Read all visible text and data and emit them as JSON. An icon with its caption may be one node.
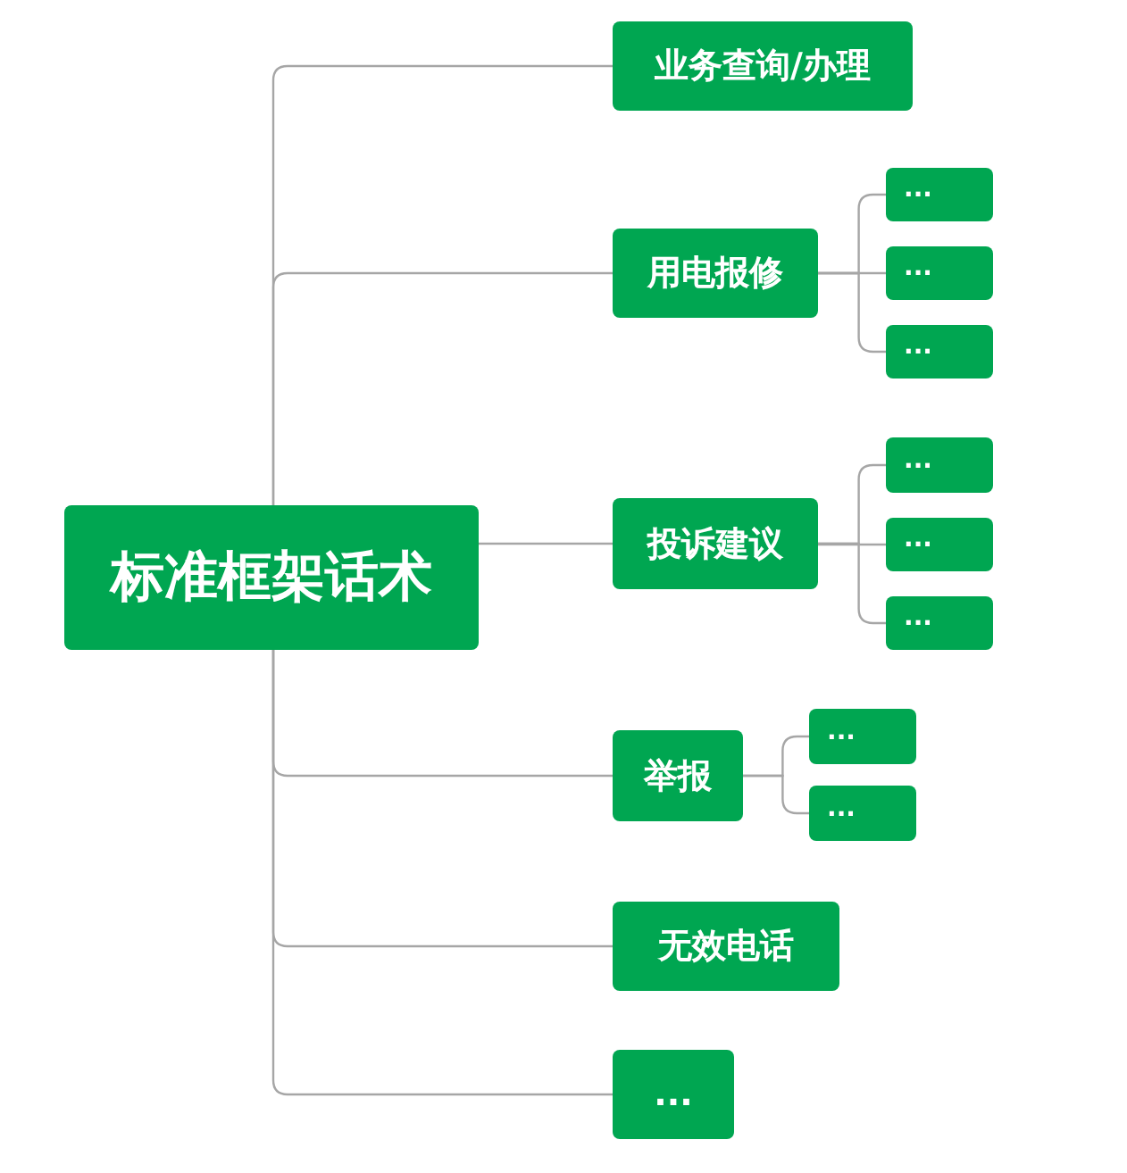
{
  "diagram": {
    "nodes": [
      {
        "text": [
          "标准框架话术"
        ]
      },
      {
        "text": [
          "业务查询/办理"
        ]
      },
      {
        "text": [
          "用电报修"
        ]
      },
      {
        "text": [
          "..."
        ]
      },
      {
        "text": [
          "..."
        ]
      },
      {
        "text": [
          "..."
        ]
      },
      {
        "text": [
          "投诉建议"
        ]
      },
      {
        "text": [
          "..."
        ]
      },
      {
        "text": [
          "..."
        ]
      },
      {
        "text": [
          "..."
        ]
      },
      {
        "text": [
          "举报"
        ]
      },
      {
        "text": [
          "..."
        ]
      },
      {
        "text": [
          "..."
        ]
      },
      {
        "text": [
          "无效电话"
        ]
      },
      {
        "text": [
          "..."
        ]
      }
    ],
    "edges": [
      {
        "from": 0,
        "to": 1,
        "arrow": "none"
      },
      {
        "from": 0,
        "to": 2,
        "arrow": "none"
      },
      {
        "from": 2,
        "to": 3,
        "arrow": "none"
      },
      {
        "from": 2,
        "to": 4,
        "arrow": "none"
      },
      {
        "from": 2,
        "to": 5,
        "arrow": "none"
      },
      {
        "from": 0,
        "to": 6,
        "arrow": "none"
      },
      {
        "from": 6,
        "to": 7,
        "arrow": "none"
      },
      {
        "from": 6,
        "to": 8,
        "arrow": "none"
      },
      {
        "from": 6,
        "to": 9,
        "arrow": "none"
      },
      {
        "from": 0,
        "to": 10,
        "arrow": "none"
      },
      {
        "from": 10,
        "to": 11,
        "arrow": "none"
      },
      {
        "from": 10,
        "to": 12,
        "arrow": "none"
      },
      {
        "from": 0,
        "to": 13,
        "arrow": "none"
      },
      {
        "from": 0,
        "to": 14,
        "arrow": "none"
      }
    ]
  }
}
